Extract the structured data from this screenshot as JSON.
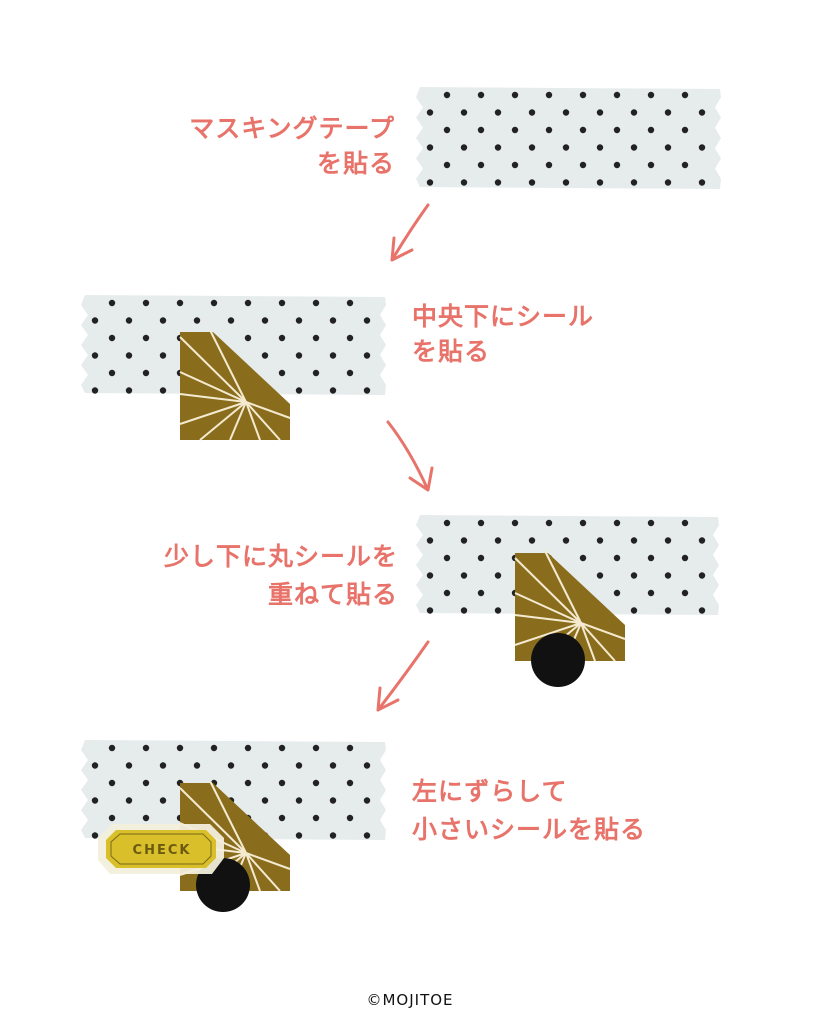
{
  "steps": [
    {
      "line1": "マスキングテープ",
      "line2": "を貼る"
    },
    {
      "line1": "中央下にシール",
      "line2": "を貼る"
    },
    {
      "line1": "少し下に丸シールを",
      "line2": "重ねて貼る"
    },
    {
      "line1": "左にずらして",
      "line2": "小さいシールを貼る"
    }
  ],
  "check_label": "CHECK",
  "credit": "©MOJITOE",
  "colors": {
    "text": "#e8736a",
    "tape": "#e6ecec",
    "dot": "#222222",
    "gold": "#8a6d1c",
    "black_circle": "#111111",
    "check_yellow": "#d9bf2a"
  }
}
